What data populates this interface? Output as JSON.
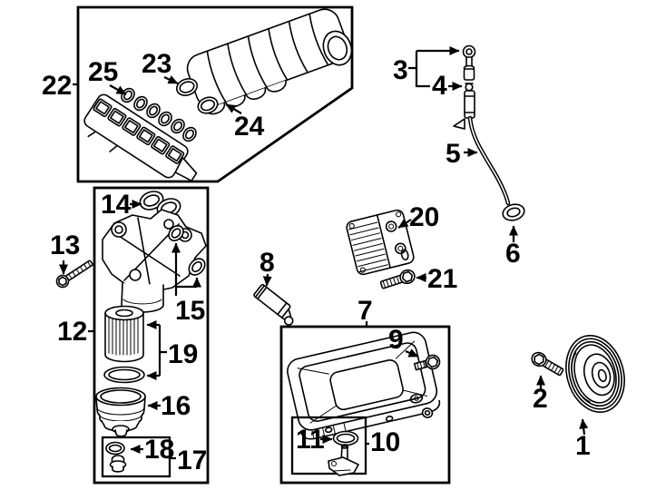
{
  "style": {
    "background": "#ffffff",
    "ink": "#000000"
  },
  "callouts": [
    {
      "num": "1"
    },
    {
      "num": "2"
    },
    {
      "num": "3"
    },
    {
      "num": "4"
    },
    {
      "num": "5"
    },
    {
      "num": "6"
    },
    {
      "num": "7"
    },
    {
      "num": "8"
    },
    {
      "num": "9"
    },
    {
      "num": "10"
    },
    {
      "num": "11"
    },
    {
      "num": "12"
    },
    {
      "num": "13"
    },
    {
      "num": "14"
    },
    {
      "num": "15"
    },
    {
      "num": "16"
    },
    {
      "num": "17"
    },
    {
      "num": "18"
    },
    {
      "num": "19"
    },
    {
      "num": "20"
    },
    {
      "num": "21"
    },
    {
      "num": "22"
    },
    {
      "num": "23"
    },
    {
      "num": "24"
    },
    {
      "num": "25"
    }
  ]
}
